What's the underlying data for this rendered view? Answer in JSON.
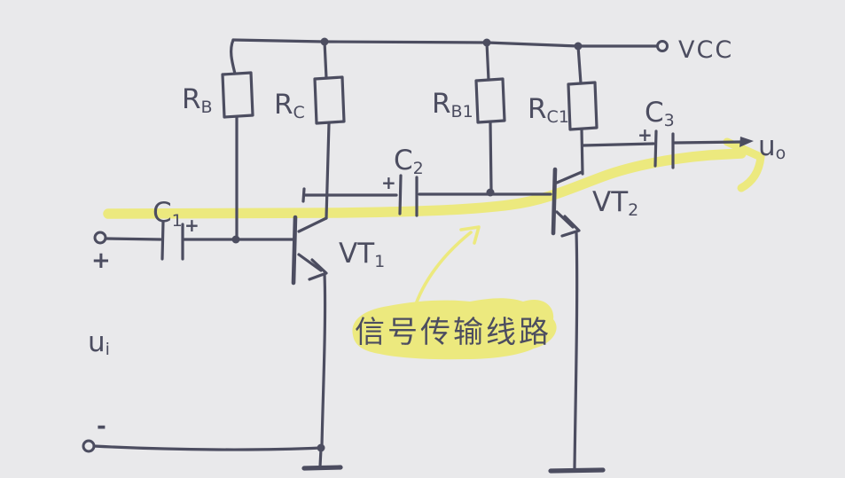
{
  "colors": {
    "background": "#e9e9eb",
    "ink": "#4c4d60",
    "highlight": "#ece97e"
  },
  "labels": {
    "vcc": "VCC",
    "rb": {
      "main": "R",
      "sub": "B"
    },
    "rc": {
      "main": "R",
      "sub": "C"
    },
    "rb1": {
      "main": "R",
      "sub": "B1"
    },
    "rc1": {
      "main": "R",
      "sub": "C1"
    },
    "c1": {
      "main": "C",
      "sub": "1"
    },
    "c2": {
      "main": "C",
      "sub": "2"
    },
    "c3": {
      "main": "C",
      "sub": "3"
    },
    "vt1": {
      "main": "VT",
      "sub": "1"
    },
    "vt2": {
      "main": "VT",
      "sub": "2"
    },
    "ui": {
      "main": "u",
      "sub": "i"
    },
    "uo": {
      "main": "u",
      "sub": "o"
    }
  },
  "signs": {
    "input_plus": "+",
    "input_minus": "-",
    "c1_polarity": "+",
    "c2_polarity": "+",
    "c3_polarity": "+"
  },
  "annotation": {
    "text": "信号传输线路"
  }
}
